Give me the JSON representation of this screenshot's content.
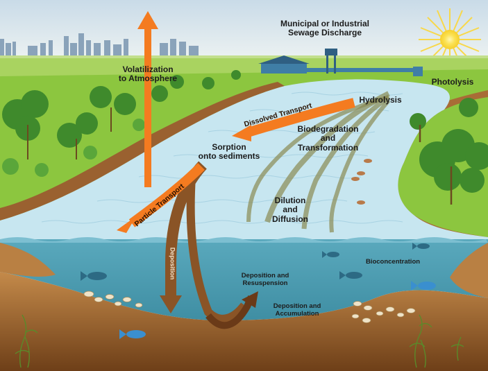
{
  "labels": {
    "sewage_discharge": "Municipal or Industrial\nSewage Discharge",
    "volatilization": "Volatilization\nto Atmosphere",
    "photolysis": "Photolysis",
    "hydrolysis": "Hydrolysis",
    "biodegradation": "Biodegradation\nand\nTransformation",
    "sorption": "Sorption\nonto sediments",
    "dilution": "Dilution\nand\nDiffusion",
    "bioconcentration": "Bioconcentration",
    "deposition_resuspension": "Deposition and\nResuspension",
    "deposition_accumulation": "Deposition and\nAccumulation"
  },
  "arrow_labels": {
    "dissolved_transport": "Dissolved Transport",
    "particle_transport": "Particle Transport",
    "deposition": "Deposition"
  },
  "colors": {
    "sky": "#d7e4ee",
    "grass": "#8cc63f",
    "water_surface": "#c7e6f0",
    "water_deep": "#4f9fb4",
    "sediment": "#b5793b",
    "orange_arrow": "#f47b20",
    "brown_arrow": "#8a5426"
  }
}
